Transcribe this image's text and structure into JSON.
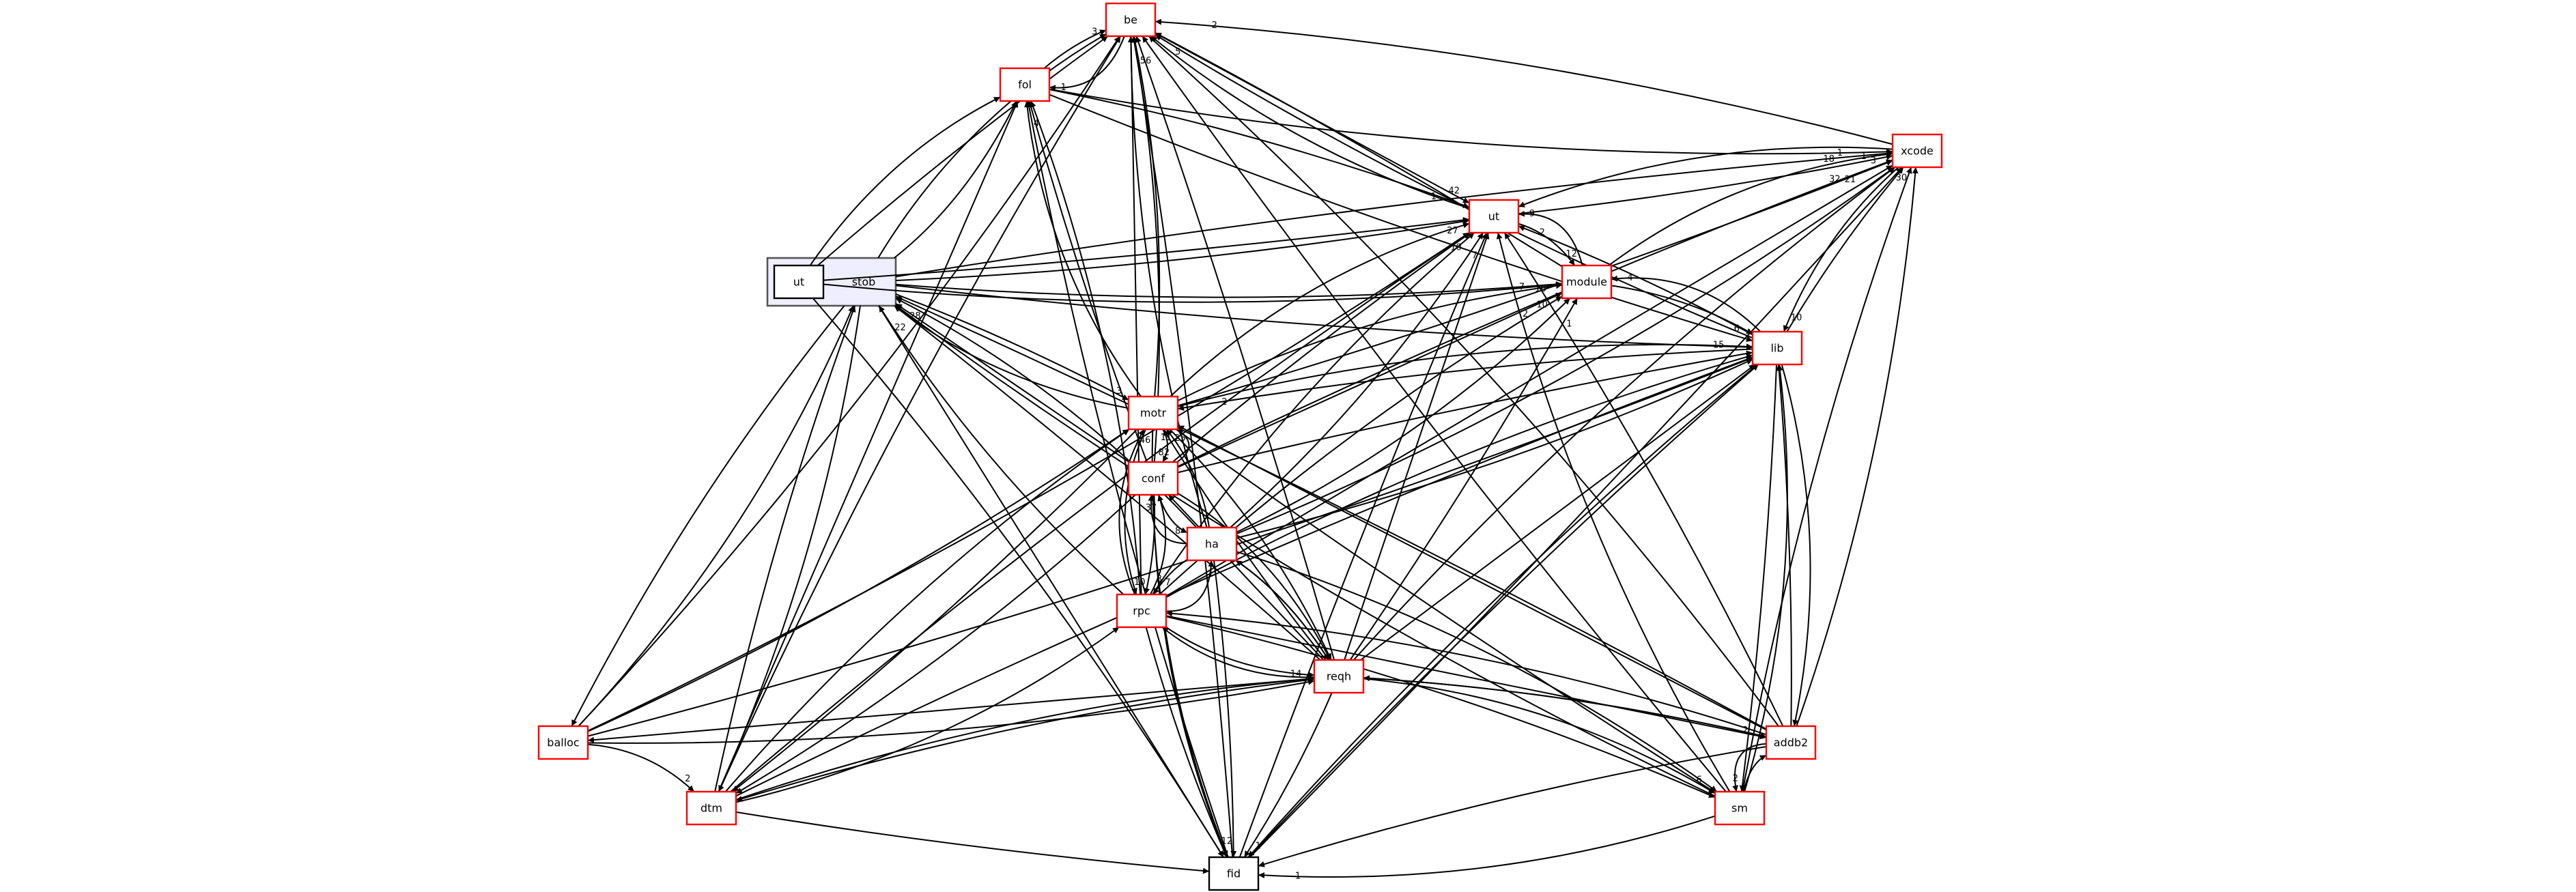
{
  "title": "Directory dependency graph",
  "colors": {
    "node_border": "#ff0000",
    "plain_border": "#000000",
    "cluster_fill": "#eeeeff",
    "edge": "#000000"
  },
  "cluster": {
    "id": "stob",
    "label": "stob"
  },
  "nodes": [
    {
      "id": "be",
      "label": "be",
      "style": "red"
    },
    {
      "id": "fol",
      "label": "fol",
      "style": "red"
    },
    {
      "id": "xcode",
      "label": "xcode",
      "style": "red"
    },
    {
      "id": "ut",
      "label": "ut",
      "style": "red"
    },
    {
      "id": "ut_stob",
      "label": "ut",
      "style": "black"
    },
    {
      "id": "module",
      "label": "module",
      "style": "red"
    },
    {
      "id": "lib",
      "label": "lib",
      "style": "red"
    },
    {
      "id": "motr",
      "label": "motr",
      "style": "red"
    },
    {
      "id": "conf",
      "label": "conf",
      "style": "red"
    },
    {
      "id": "ha",
      "label": "ha",
      "style": "red"
    },
    {
      "id": "rpc",
      "label": "rpc",
      "style": "red"
    },
    {
      "id": "reqh",
      "label": "reqh",
      "style": "red"
    },
    {
      "id": "balloc",
      "label": "balloc",
      "style": "red"
    },
    {
      "id": "addb2",
      "label": "addb2",
      "style": "red"
    },
    {
      "id": "dtm",
      "label": "dtm",
      "style": "red"
    },
    {
      "id": "sm",
      "label": "sm",
      "style": "red"
    },
    {
      "id": "fid",
      "label": "fid",
      "style": "black"
    }
  ],
  "edges": [
    {
      "from": "be",
      "to": "fol",
      "label": "1"
    },
    {
      "from": "fol",
      "to": "be",
      "label": "3"
    },
    {
      "from": "motr",
      "to": "be",
      "label": "56"
    },
    {
      "from": "ut",
      "to": "be",
      "label": "5"
    },
    {
      "from": "be",
      "to": "ut",
      "label": "42"
    },
    {
      "from": "xcode",
      "to": "be",
      "label": "2"
    },
    {
      "from": "lib",
      "to": "be",
      "label": ""
    },
    {
      "from": "reqh",
      "to": "be",
      "label": ""
    },
    {
      "from": "addb2",
      "to": "be",
      "label": ""
    },
    {
      "from": "sm",
      "to": "be",
      "label": ""
    },
    {
      "from": "fid",
      "to": "be",
      "label": ""
    },
    {
      "from": "stob",
      "to": "be",
      "label": ""
    },
    {
      "from": "ut_stob",
      "to": "be",
      "label": ""
    },
    {
      "from": "conf",
      "to": "be",
      "label": ""
    },
    {
      "from": "ha",
      "to": "be",
      "label": ""
    },
    {
      "from": "rpc",
      "to": "be",
      "label": ""
    },
    {
      "from": "balloc",
      "to": "be",
      "label": ""
    },
    {
      "from": "dtm",
      "to": "be",
      "label": ""
    },
    {
      "from": "module",
      "to": "be",
      "label": ""
    },
    {
      "from": "fol",
      "to": "xcode",
      "label": "1"
    },
    {
      "from": "fol",
      "to": "ut",
      "label": "1"
    },
    {
      "from": "fol",
      "to": "lib",
      "label": ""
    },
    {
      "from": "motr",
      "to": "fol",
      "label": "4"
    },
    {
      "from": "conf",
      "to": "fol",
      "label": ""
    },
    {
      "from": "stob",
      "to": "fol",
      "label": ""
    },
    {
      "from": "ut_stob",
      "to": "fol",
      "label": ""
    },
    {
      "from": "dtm",
      "to": "fol",
      "label": ""
    },
    {
      "from": "rpc",
      "to": "fol",
      "label": ""
    },
    {
      "from": "fid",
      "to": "fol",
      "label": ""
    },
    {
      "from": "ut",
      "to": "xcode",
      "label": "3"
    },
    {
      "from": "xcode",
      "to": "ut",
      "label": ""
    },
    {
      "from": "stob",
      "to": "xcode",
      "label": "18"
    },
    {
      "from": "motr",
      "to": "xcode",
      "label": "21"
    },
    {
      "from": "module",
      "to": "xcode",
      "label": "1"
    },
    {
      "from": "lib",
      "to": "xcode",
      "label": "30"
    },
    {
      "from": "xcode",
      "to": "lib",
      "label": "10"
    },
    {
      "from": "reqh",
      "to": "xcode",
      "label": ""
    },
    {
      "from": "rpc",
      "to": "xcode",
      "label": ""
    },
    {
      "from": "addb2",
      "to": "xcode",
      "label": ""
    },
    {
      "from": "sm",
      "to": "xcode",
      "label": ""
    },
    {
      "from": "fid",
      "to": "xcode",
      "label": ""
    },
    {
      "from": "ha",
      "to": "xcode",
      "label": ""
    },
    {
      "from": "conf",
      "to": "xcode",
      "label": "32"
    },
    {
      "from": "stob",
      "to": "ut",
      "label": ""
    },
    {
      "from": "motr",
      "to": "ut",
      "label": "27"
    },
    {
      "from": "conf",
      "to": "ut",
      "label": "10"
    },
    {
      "from": "ha",
      "to": "ut",
      "label": "7"
    },
    {
      "from": "rpc",
      "to": "ut",
      "label": ""
    },
    {
      "from": "reqh",
      "to": "ut",
      "label": ""
    },
    {
      "from": "balloc",
      "to": "ut",
      "label": ""
    },
    {
      "from": "dtm",
      "to": "ut",
      "label": ""
    },
    {
      "from": "lib",
      "to": "ut",
      "label": "2"
    },
    {
      "from": "module",
      "to": "ut",
      "label": "9"
    },
    {
      "from": "ut",
      "to": "module",
      "label": "12"
    },
    {
      "from": "addb2",
      "to": "ut",
      "label": ""
    },
    {
      "from": "sm",
      "to": "ut",
      "label": ""
    },
    {
      "from": "fid",
      "to": "ut",
      "label": ""
    },
    {
      "from": "stob",
      "to": "module",
      "label": "7"
    },
    {
      "from": "motr",
      "to": "module",
      "label": "16"
    },
    {
      "from": "conf",
      "to": "module",
      "label": "10"
    },
    {
      "from": "ha",
      "to": "module",
      "label": ""
    },
    {
      "from": "rpc",
      "to": "module",
      "label": "2"
    },
    {
      "from": "reqh",
      "to": "module",
      "label": "1"
    },
    {
      "from": "lib",
      "to": "module",
      "label": "4"
    },
    {
      "from": "module",
      "to": "lib",
      "label": "6"
    },
    {
      "from": "stob",
      "to": "lib",
      "label": ""
    },
    {
      "from": "motr",
      "to": "lib",
      "label": "15"
    },
    {
      "from": "conf",
      "to": "lib",
      "label": ""
    },
    {
      "from": "ha",
      "to": "lib",
      "label": ""
    },
    {
      "from": "rpc",
      "to": "lib",
      "label": ""
    },
    {
      "from": "reqh",
      "to": "lib",
      "label": ""
    },
    {
      "from": "balloc",
      "to": "lib",
      "label": ""
    },
    {
      "from": "dtm",
      "to": "lib",
      "label": ""
    },
    {
      "from": "addb2",
      "to": "lib",
      "label": ""
    },
    {
      "from": "sm",
      "to": "lib",
      "label": ""
    },
    {
      "from": "fid",
      "to": "lib",
      "label": ""
    },
    {
      "from": "lib",
      "to": "motr",
      "label": "2"
    },
    {
      "from": "lib",
      "to": "addb2",
      "label": ""
    },
    {
      "from": "lib",
      "to": "sm",
      "label": ""
    },
    {
      "from": "lib",
      "to": "fid",
      "label": ""
    },
    {
      "from": "motr",
      "to": "stob",
      "label": "28"
    },
    {
      "from": "conf",
      "to": "stob",
      "label": ""
    },
    {
      "from": "ha",
      "to": "stob",
      "label": ""
    },
    {
      "from": "rpc",
      "to": "stob",
      "label": "22"
    },
    {
      "from": "reqh",
      "to": "stob",
      "label": ""
    },
    {
      "from": "balloc",
      "to": "stob",
      "label": ""
    },
    {
      "from": "dtm",
      "to": "stob",
      "label": ""
    },
    {
      "from": "addb2",
      "to": "stob",
      "label": ""
    },
    {
      "from": "sm",
      "to": "stob",
      "label": ""
    },
    {
      "from": "stob",
      "to": "motr",
      "label": "3"
    },
    {
      "from": "stob",
      "to": "balloc",
      "label": ""
    },
    {
      "from": "stob",
      "to": "dtm",
      "label": ""
    },
    {
      "from": "stob",
      "to": "fid",
      "label": ""
    },
    {
      "from": "ut_stob",
      "to": "module",
      "label": ""
    },
    {
      "from": "ut_stob",
      "to": "fid",
      "label": ""
    },
    {
      "from": "ut_stob",
      "to": "ut",
      "label": ""
    },
    {
      "from": "conf",
      "to": "motr",
      "label": "25"
    },
    {
      "from": "motr",
      "to": "conf",
      "label": "82"
    },
    {
      "from": "ha",
      "to": "motr",
      "label": "11"
    },
    {
      "from": "rpc",
      "to": "motr",
      "label": "46"
    },
    {
      "from": "reqh",
      "to": "motr",
      "label": ""
    },
    {
      "from": "balloc",
      "to": "motr",
      "label": ""
    },
    {
      "from": "dtm",
      "to": "motr",
      "label": ""
    },
    {
      "from": "addb2",
      "to": "motr",
      "label": ""
    },
    {
      "from": "motr",
      "to": "rpc",
      "label": "10"
    },
    {
      "from": "motr",
      "to": "reqh",
      "label": ""
    },
    {
      "from": "motr",
      "to": "sm",
      "label": ""
    },
    {
      "from": "motr",
      "to": "fid",
      "label": ""
    },
    {
      "from": "motr",
      "to": "dtm",
      "label": ""
    },
    {
      "from": "conf",
      "to": "ha",
      "label": "8"
    },
    {
      "from": "ha",
      "to": "conf",
      "label": "37"
    },
    {
      "from": "conf",
      "to": "rpc",
      "label": "8"
    },
    {
      "from": "rpc",
      "to": "conf",
      "label": ""
    },
    {
      "from": "conf",
      "to": "reqh",
      "label": ""
    },
    {
      "from": "reqh",
      "to": "conf",
      "label": ""
    },
    {
      "from": "conf",
      "to": "fid",
      "label": ""
    },
    {
      "from": "conf",
      "to": "dtm",
      "label": ""
    },
    {
      "from": "ha",
      "to": "rpc",
      "label": "7"
    },
    {
      "from": "rpc",
      "to": "ha",
      "label": "1"
    },
    {
      "from": "ha",
      "to": "reqh",
      "label": ""
    },
    {
      "from": "reqh",
      "to": "ha",
      "label": ""
    },
    {
      "from": "ha",
      "to": "sm",
      "label": ""
    },
    {
      "from": "ha",
      "to": "fid",
      "label": ""
    },
    {
      "from": "rpc",
      "to": "reqh",
      "label": "14"
    },
    {
      "from": "reqh",
      "to": "rpc",
      "label": ""
    },
    {
      "from": "rpc",
      "to": "addb2",
      "label": ""
    },
    {
      "from": "addb2",
      "to": "rpc",
      "label": ""
    },
    {
      "from": "rpc",
      "to": "sm",
      "label": ""
    },
    {
      "from": "rpc",
      "to": "fid",
      "label": "12"
    },
    {
      "from": "dtm",
      "to": "rpc",
      "label": ""
    },
    {
      "from": "reqh",
      "to": "addb2",
      "label": "2"
    },
    {
      "from": "addb2",
      "to": "reqh",
      "label": ""
    },
    {
      "from": "reqh",
      "to": "sm",
      "label": "6"
    },
    {
      "from": "reqh",
      "to": "fid",
      "label": "1"
    },
    {
      "from": "reqh",
      "to": "dtm",
      "label": ""
    },
    {
      "from": "dtm",
      "to": "reqh",
      "label": ""
    },
    {
      "from": "reqh",
      "to": "balloc",
      "label": ""
    },
    {
      "from": "balloc",
      "to": "reqh",
      "label": ""
    },
    {
      "from": "balloc",
      "to": "dtm",
      "label": "2"
    },
    {
      "from": "dtm",
      "to": "fid",
      "label": ""
    },
    {
      "from": "addb2",
      "to": "sm",
      "label": "2"
    },
    {
      "from": "sm",
      "to": "addb2",
      "label": ""
    },
    {
      "from": "addb2",
      "to": "fid",
      "label": ""
    },
    {
      "from": "sm",
      "to": "fid",
      "label": "1"
    }
  ]
}
